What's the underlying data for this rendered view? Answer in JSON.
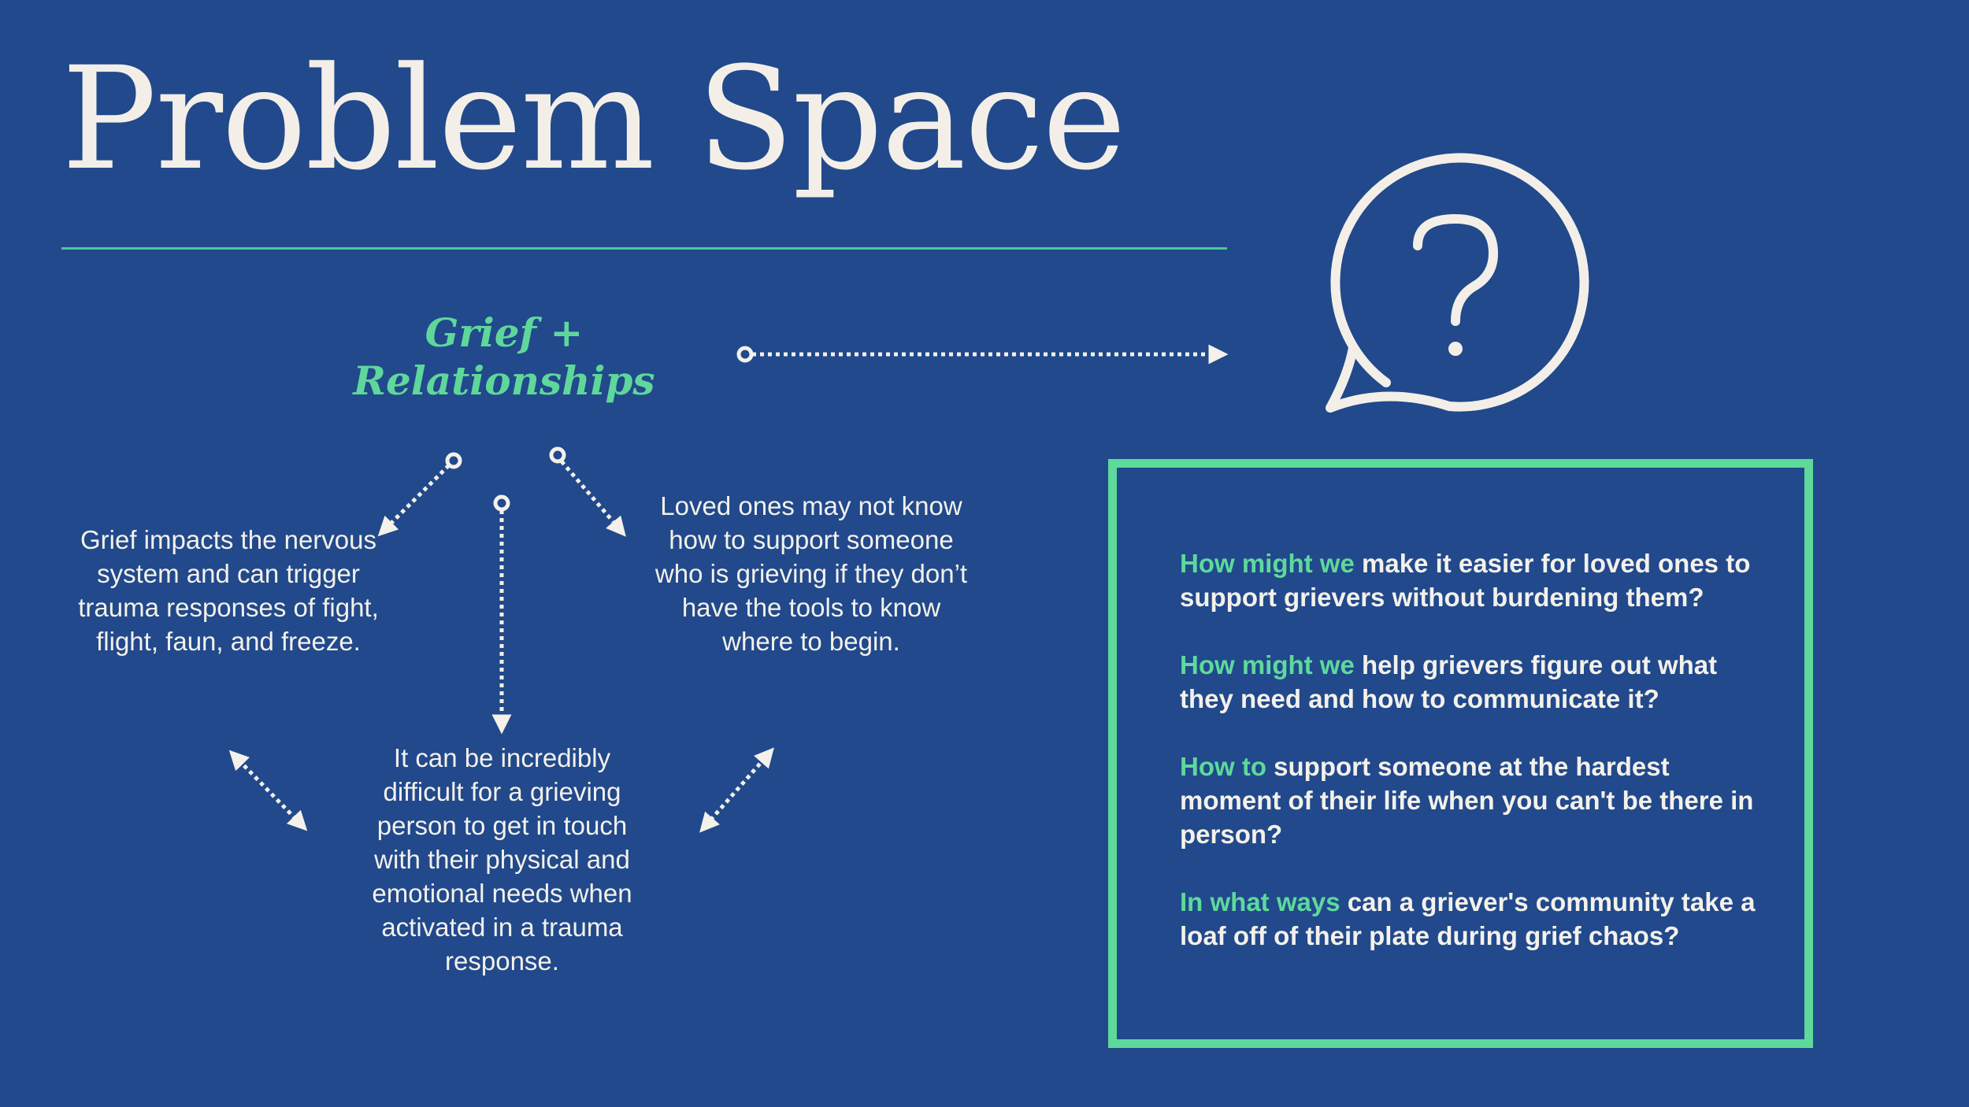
{
  "slide": {
    "title": "Problem Space",
    "topic_line1": "Grief +",
    "topic_line2": "Relationships"
  },
  "facts": {
    "left": "Grief impacts the nervous system and can trigger trauma responses of fight, flight, faun, and freeze.",
    "right": "Loved ones may not know how to support someone who is grieving if they don’t have the tools to know where to begin.",
    "bottom": "It can be incredibly difficult for a grieving person to get in touch with their physical and emotional needs when activated in a trauma response."
  },
  "hmw": [
    {
      "lead": "How might we",
      "text": " make it easier for loved ones to support grievers without burdening them?"
    },
    {
      "lead": "How might we",
      "text": " help grievers figure out what they need and how to communicate it?"
    },
    {
      "lead": "How to",
      "text": " support someone at the hardest moment of their life when you can't be there in person?"
    },
    {
      "lead": "In what ways",
      "text": " can a griever's community take a loaf off of their plate during grief chaos?"
    }
  ],
  "icons": {
    "speech_bubble": "question-speech-bubble-icon",
    "connector": "dotted-arrow-connector"
  },
  "colors": {
    "background": "#21498c",
    "accent": "#5ed99b",
    "text": "#f4f1ea"
  }
}
